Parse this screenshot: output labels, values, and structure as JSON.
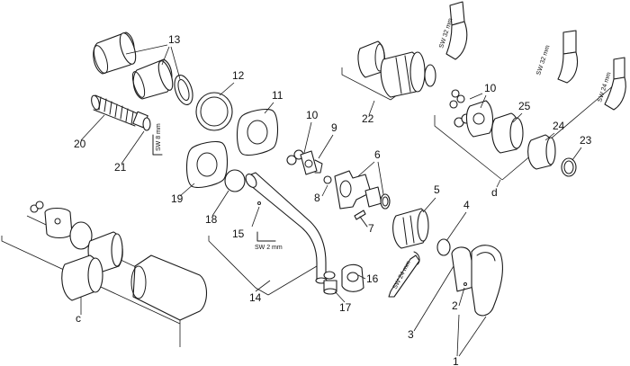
{
  "diagram": {
    "part_numbers": [
      "1",
      "2",
      "3",
      "4",
      "5",
      "6",
      "7",
      "8",
      "9",
      "10",
      "10",
      "11",
      "12",
      "13",
      "14",
      "15",
      "16",
      "17",
      "18",
      "19",
      "20",
      "21",
      "22",
      "23",
      "24",
      "25"
    ],
    "group_letters": {
      "c": "c",
      "d": "d"
    },
    "tool_labels": {
      "sw32_top": "SW 32 mm",
      "sw32_right": "SW 32 mm",
      "sw24_right": "SW 24 mm",
      "sw8": "SW 8 mm",
      "sw2": "SW 2 mm",
      "sw24_wrench": "SW 24 mm"
    }
  }
}
